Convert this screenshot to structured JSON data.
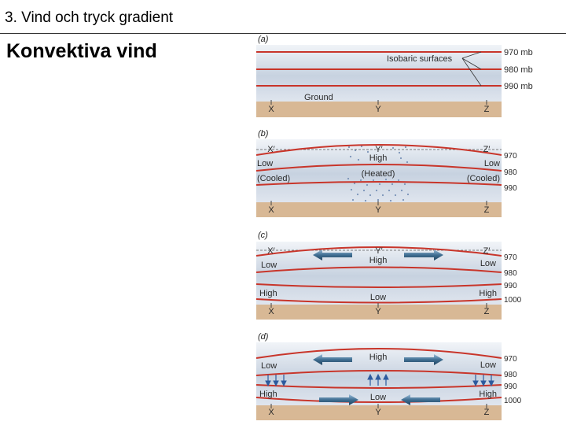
{
  "slide": {
    "title": "3. Vind och tryck gradient",
    "heading": "Konvektiva vind"
  },
  "panels": {
    "a": {
      "label": "(a)",
      "surfaces": [
        "970 mb",
        "980 mb",
        "990 mb"
      ],
      "callout": "Isobaric surfaces",
      "ground": "Ground",
      "x": "X",
      "y": "Y",
      "z": "Z"
    },
    "b": {
      "label": "(b)",
      "xp": "X′",
      "yp": "Y′",
      "zp": "Z′",
      "left_low": "Low",
      "left_cooled": "(Cooled)",
      "center_high": "High",
      "center_heated": "(Heated)",
      "right_low": "Low",
      "right_cooled": "(Cooled)",
      "p970": "970",
      "p980": "980",
      "p990": "990",
      "x": "X",
      "y": "Y",
      "z": "Z"
    },
    "c": {
      "label": "(c)",
      "xp": "X′",
      "yp": "Y′",
      "zp": "Z′",
      "left_upper": "Low",
      "center_upper": "High",
      "right_upper": "Low",
      "left_lower": "High",
      "center_lower": "Low",
      "right_lower": "High",
      "p970": "970",
      "p980": "980",
      "p990": "990",
      "p1000": "1000",
      "x": "X",
      "y": "Y",
      "z": "Z"
    },
    "d": {
      "label": "(d)",
      "left_upper": "Low",
      "center_upper": "High",
      "right_upper": "Low",
      "left_lower": "High",
      "center_lower": "Low",
      "right_lower": "High",
      "p970": "970",
      "p980": "980",
      "p990": "990",
      "p1000": "1000",
      "x": "X",
      "y": "Y",
      "z": "Z"
    }
  },
  "colors": {
    "isobar": "#c8352a",
    "sky_top": "#e9edf3",
    "sky_mid": "#c4cfdd",
    "ground": "#d8b895",
    "arrow": "#3f6e92",
    "dots": "#7a93b8"
  }
}
